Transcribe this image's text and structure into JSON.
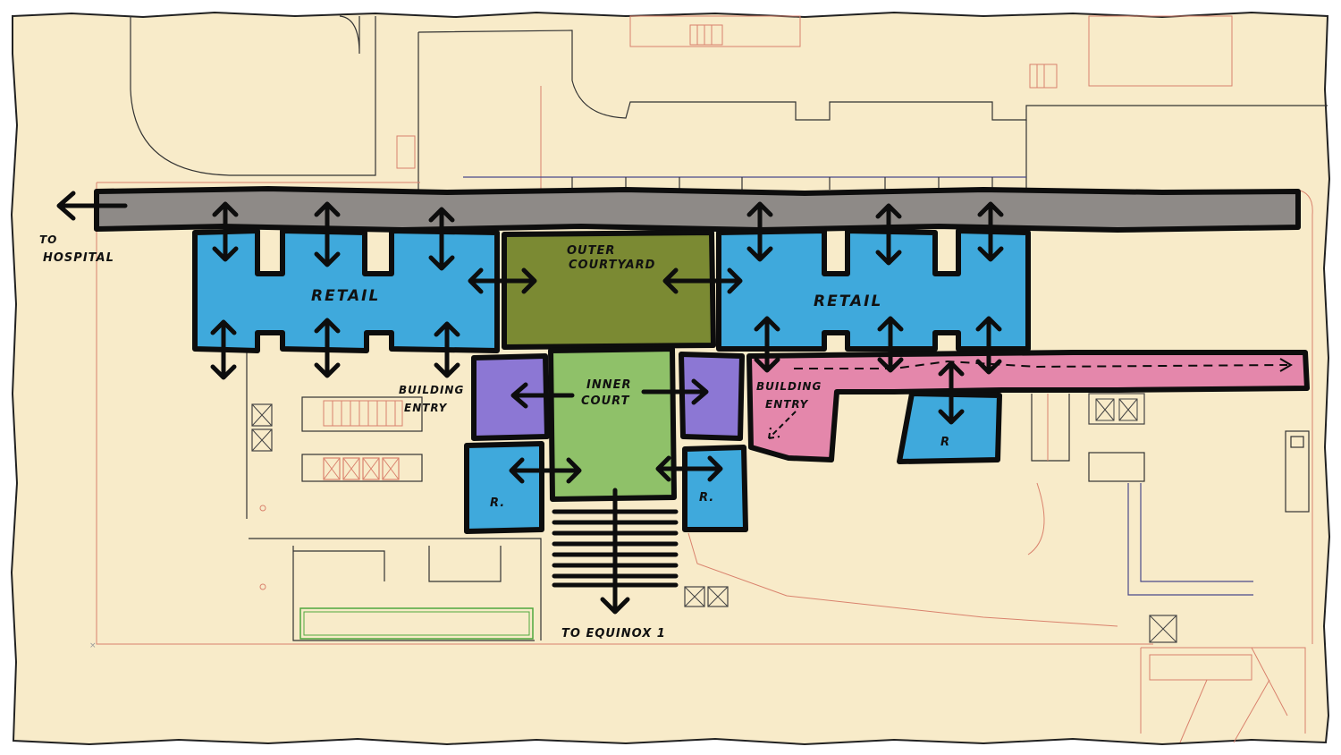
{
  "colors": {
    "paper": "#f8ebc9",
    "walkway": "#8e8a87",
    "retail": "#3fa9dc",
    "outer_courtyard": "#7b8a33",
    "inner_court": "#8fc169",
    "entry_purple": "#8c77d4",
    "entry_pink": "#e487ab",
    "linework_red": "#d9826d",
    "linework_blue": "#4a4a8a",
    "linework_green": "#4fa83d"
  },
  "labels": {
    "to_hospital_1": "TO",
    "to_hospital_2": "HOSPITAL",
    "retail_west": "RETAIL",
    "retail_east": "RETAIL",
    "outer_courtyard_1": "OUTER",
    "outer_courtyard_2": "COURTYARD",
    "inner_court_1": "INNER",
    "inner_court_2": "COURT",
    "building_entry_west_1": "BUILDING",
    "building_entry_west_2": "ENTRY",
    "building_entry_east_1": "BUILDING",
    "building_entry_east_2": "ENTRY",
    "r_left": "R.",
    "r_right": "R.",
    "r_east": "R",
    "to_equinox": "TO EQUINOX 1"
  },
  "icons": {
    "arrow": "double-headed-arrow-icon",
    "stairs": "stairs-icon",
    "elevator": "elevator-icon"
  }
}
